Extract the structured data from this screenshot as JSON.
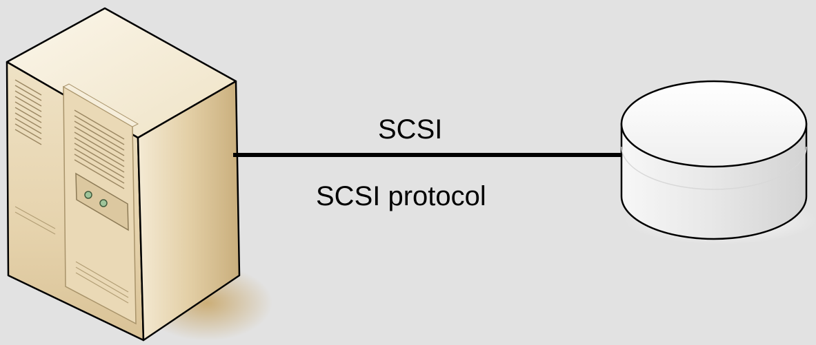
{
  "diagram": {
    "background_color": "#e2e2e2",
    "connection": {
      "top_label": "SCSI",
      "bottom_label": "SCSI protocol",
      "line_color": "#000000"
    },
    "nodes": [
      {
        "id": "server",
        "icon": "server-tower-icon"
      },
      {
        "id": "disk",
        "icon": "disk-storage-icon"
      }
    ]
  }
}
